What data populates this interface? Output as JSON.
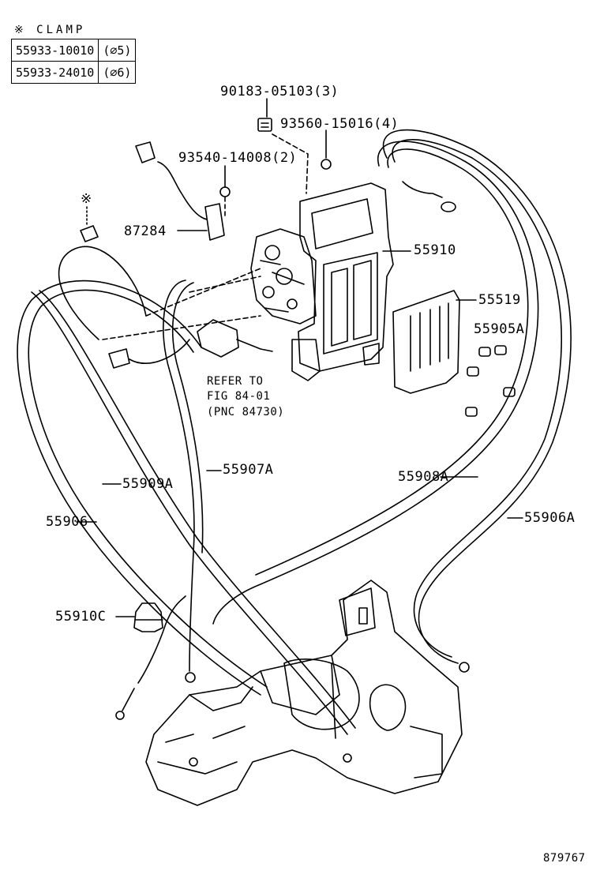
{
  "clamp": {
    "title": "※ CLAMP",
    "rows": [
      {
        "part": "55933-10010",
        "size": "(⌀5)"
      },
      {
        "part": "55933-24010",
        "size": "(⌀6)"
      }
    ]
  },
  "callouts": {
    "c90183": "90183-05103(3)",
    "c93560": "93560-15016(4)",
    "c93540": "93540-14008(2)",
    "c87284": "87284",
    "c55910": "55910",
    "c55519": "55519",
    "c55905a": "55905A",
    "c55907a": "55907A",
    "c55909a": "55909A",
    "c55906": "55906",
    "c55908a": "55908A",
    "c55906a": "55906A",
    "c55910c": "55910C",
    "asterisk": "※"
  },
  "refer": {
    "line1": "REFER TO",
    "line2": "FIG 84-01",
    "line3": "(PNC 84730)"
  },
  "figure_number": "879767"
}
